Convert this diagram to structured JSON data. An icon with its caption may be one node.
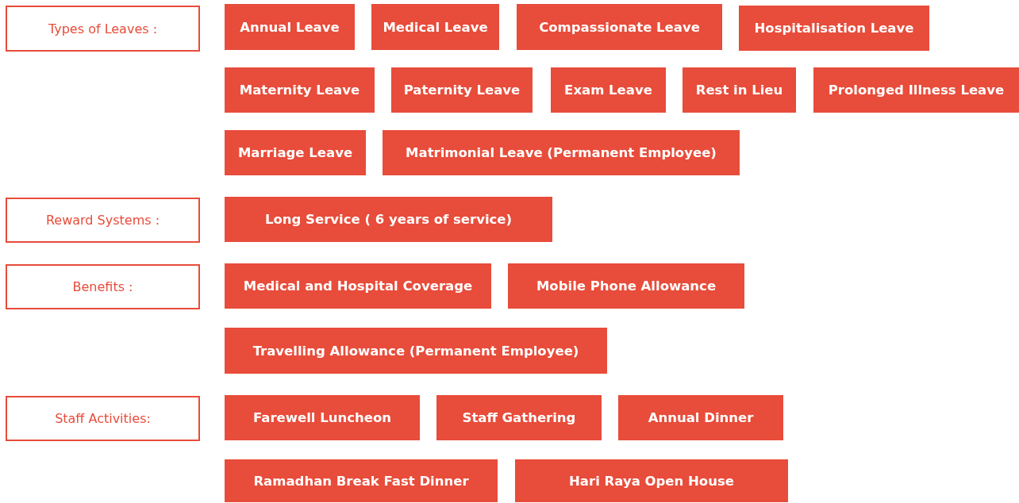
{
  "diagram": {
    "nodes": [
      {
        "text": [
          "Types of Leaves :"
        ]
      },
      {
        "text": [
          "Annual Leave"
        ]
      },
      {
        "text": [
          "Medical Leave"
        ]
      },
      {
        "text": [
          "Compassionate Leave"
        ]
      },
      {
        "text": [
          "Hospitalisation Leave"
        ]
      },
      {
        "text": [
          "Maternity Leave"
        ]
      },
      {
        "text": [
          "Paternity Leave"
        ]
      },
      {
        "text": [
          "Exam Leave"
        ]
      },
      {
        "text": [
          "Rest in Lieu"
        ]
      },
      {
        "text": [
          "Prolonged Illness Leave"
        ]
      },
      {
        "text": [
          "Marriage Leave"
        ]
      },
      {
        "text": [
          "Matrimonial Leave (Permanent Employee)"
        ]
      },
      {
        "text": [
          "Reward Systems :"
        ]
      },
      {
        "text": [
          "Long Service ( 6 years of service)"
        ]
      },
      {
        "text": [
          "Benefits :"
        ]
      },
      {
        "text": [
          "Medical and Hospital Coverage"
        ]
      },
      {
        "text": [
          "Mobile Phone Allowance"
        ]
      },
      {
        "text": [
          "Travelling Allowance (Permanent Employee)"
        ]
      },
      {
        "text": [
          "Staff Activities:"
        ]
      },
      {
        "text": [
          "Farewell Luncheon"
        ]
      },
      {
        "text": [
          "Staff Gathering"
        ]
      },
      {
        "text": [
          "Annual Dinner"
        ]
      },
      {
        "text": [
          "Ramadhan Break Fast Dinner"
        ]
      },
      {
        "text": [
          "Hari Raya Open House"
        ]
      }
    ]
  }
}
